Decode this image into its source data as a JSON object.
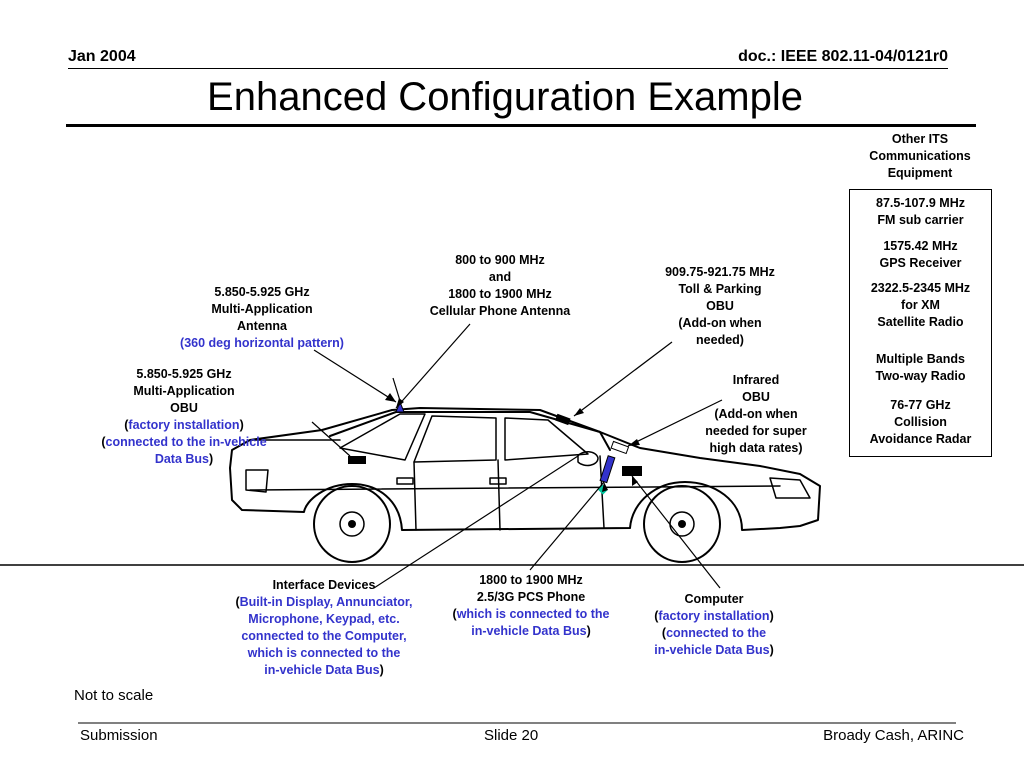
{
  "header": {
    "date": "Jan 2004",
    "doc": "doc.: IEEE 802.11-04/0121r0"
  },
  "title": "Enhanced Configuration Example",
  "labels": {
    "antenna": {
      "l1": "5.850-5.925 GHz",
      "l2": "Multi-Application",
      "l3": "Antenna",
      "l4": "(360 deg horizontal pattern)"
    },
    "obu": {
      "l1": "5.850-5.925 GHz",
      "l2": "Multi-Application",
      "l3": "OBU",
      "l4_open": "(",
      "l4_blue": "factory installation",
      "l4_close": ")",
      "l5_open": "(",
      "l5_blue": "connected to the in-vehicle",
      "l6_blue": "Data Bus",
      "l6_close": ")"
    },
    "cellular": {
      "l1": "800 to 900 MHz",
      "l2": "and",
      "l3": "1800 to 1900 MHz",
      "l4": "Cellular Phone Antenna"
    },
    "toll": {
      "l1": "909.75-921.75 MHz",
      "l2": "Toll & Parking",
      "l3": "OBU",
      "l4": "(Add-on when",
      "l5": "needed)"
    },
    "infrared": {
      "l1": "Infrared",
      "l2": "OBU",
      "l3": "(Add-on when",
      "l4": "needed for super",
      "l5": "high data rates)"
    },
    "interface": {
      "l1": "Interface Devices",
      "l2_open": "(",
      "l2_blue": "Built-in Display, Annunciator,",
      "l3_blue": "Microphone, Keypad, etc.",
      "l4_blue": "connected to the Computer,",
      "l5_blue": "which is connected  to  the",
      "l6_blue": "in-vehicle Data Bus",
      "l6_close": ")"
    },
    "pcs": {
      "l1": "1800 to 1900 MHz",
      "l2": "2.5/3G PCS Phone",
      "l3_open": "(",
      "l3_blue": "which is connected  to  the",
      "l4_blue": "in-vehicle Data Bus",
      "l4_close": ")"
    },
    "computer": {
      "l1": "Computer",
      "l2_open": "(",
      "l2_blue": "factory installation",
      "l2_close": ")",
      "l3_open": "(",
      "l3_blue": "connected  to  the",
      "l4_blue": "in-vehicle Data Bus",
      "l4_close": ")"
    }
  },
  "other_its": {
    "heading": [
      "Other ITS",
      "Communications",
      "Equipment"
    ],
    "items": [
      [
        "87.5-107.9 MHz",
        "FM sub carrier"
      ],
      [
        "1575.42 MHz",
        "GPS Receiver"
      ],
      [
        "2322.5-2345 MHz",
        "for XM",
        "Satellite Radio"
      ],
      [
        "Multiple Bands",
        "Two-way Radio"
      ],
      [
        "76-77 GHz",
        "Collision",
        "Avoidance Radar"
      ]
    ]
  },
  "note": "Not to scale",
  "footer": {
    "left": "Submission",
    "center": "Slide 20",
    "right": "Broady Cash, ARINC"
  },
  "colors": {
    "link_blue": "#3333cc",
    "antenna_blue": "#3333cc",
    "pcs_green": "#00c8a0"
  }
}
